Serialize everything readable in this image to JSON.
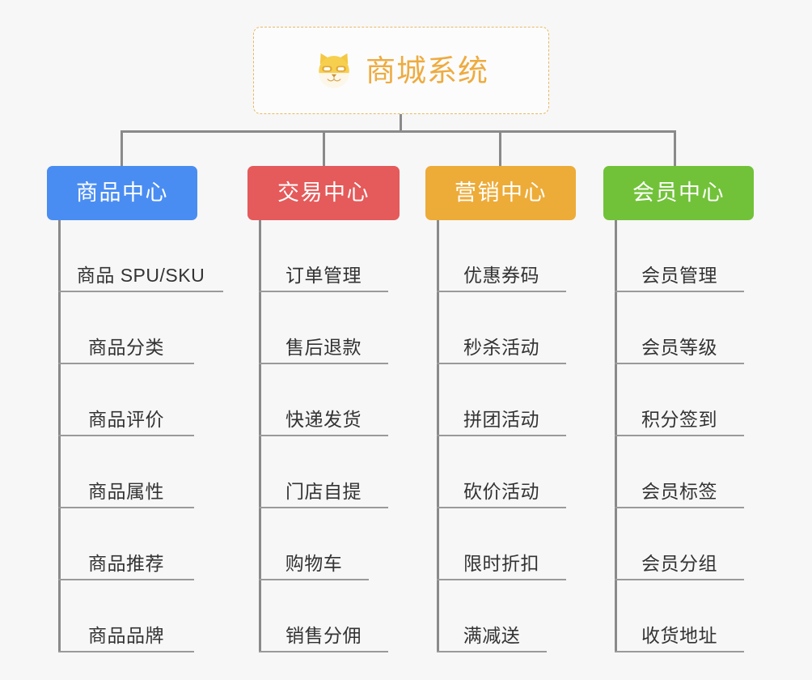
{
  "background_color": "#f7f7f7",
  "root": {
    "title": "商城系统",
    "icon": "shiba-dog-face-icon",
    "title_color": "#eeab40",
    "border_color": "#e8b962",
    "background_color": "#fcfcfc"
  },
  "connector_color": "#8a8a8a",
  "columns": [
    {
      "label": "商品中心",
      "color": "#4a8df2",
      "items": [
        "商品 SPU/SKU",
        "商品分类",
        "商品评价",
        "商品属性",
        "商品推荐",
        "商品品牌"
      ]
    },
    {
      "label": "交易中心",
      "color": "#e55a5a",
      "items": [
        "订单管理",
        "售后退款",
        "快递发货",
        "门店自提",
        "购物车",
        "销售分佣"
      ]
    },
    {
      "label": "营销中心",
      "color": "#edab38",
      "items": [
        "优惠券码",
        "秒杀活动",
        "拼团活动",
        "砍价活动",
        "限时折扣",
        "满减送"
      ]
    },
    {
      "label": "会员中心",
      "color": "#71c239",
      "items": [
        "会员管理",
        "会员等级",
        "积分签到",
        "会员标签",
        "会员分组",
        "收货地址"
      ]
    }
  ]
}
